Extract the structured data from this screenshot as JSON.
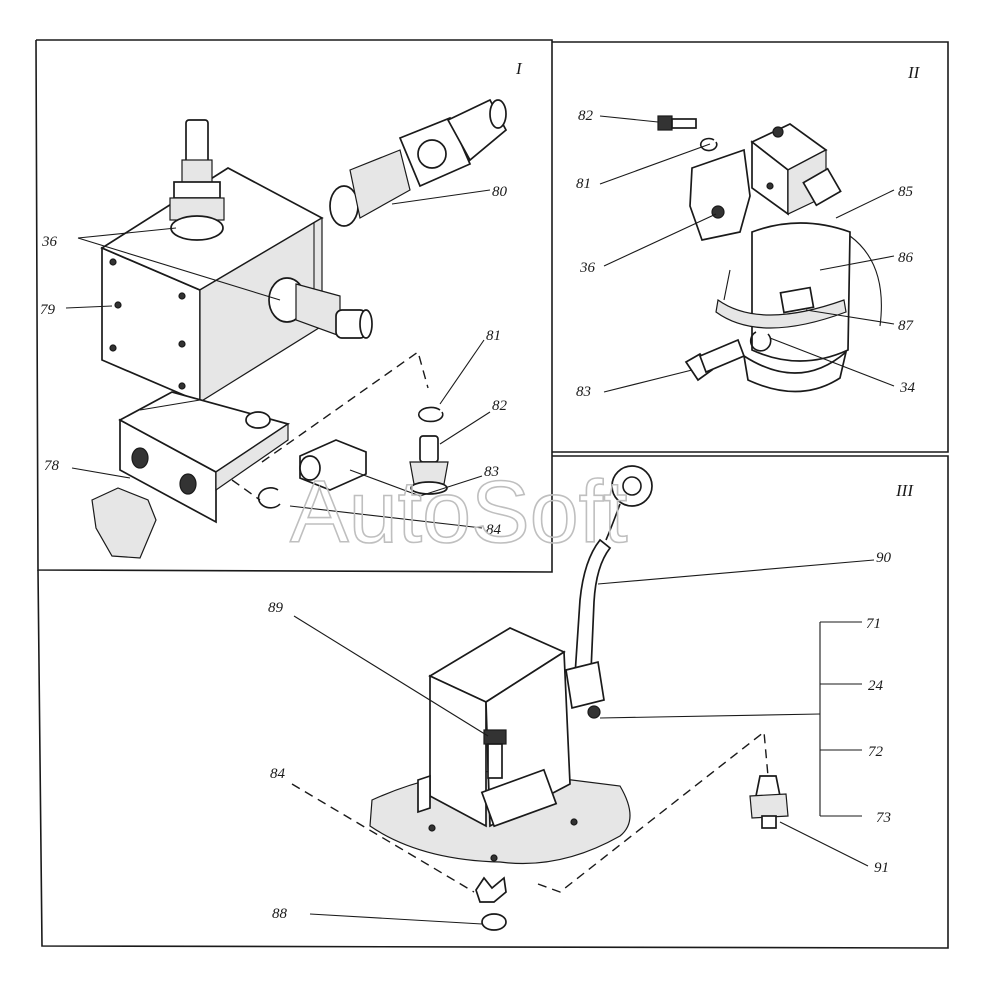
{
  "watermark": "AutoSoft",
  "panels": [
    {
      "id": "panel-1",
      "number": "I"
    },
    {
      "id": "panel-2",
      "number": "II"
    },
    {
      "id": "panel-3",
      "number": "III"
    }
  ],
  "labels": {
    "p1": [
      "36",
      "79",
      "78",
      "80",
      "81",
      "82",
      "83",
      "84"
    ],
    "p2": [
      "82",
      "81",
      "36",
      "85",
      "86",
      "87",
      "34",
      "83"
    ],
    "p3": [
      "90",
      "89",
      "71",
      "24",
      "72",
      "73",
      "84",
      "91",
      "88"
    ]
  }
}
